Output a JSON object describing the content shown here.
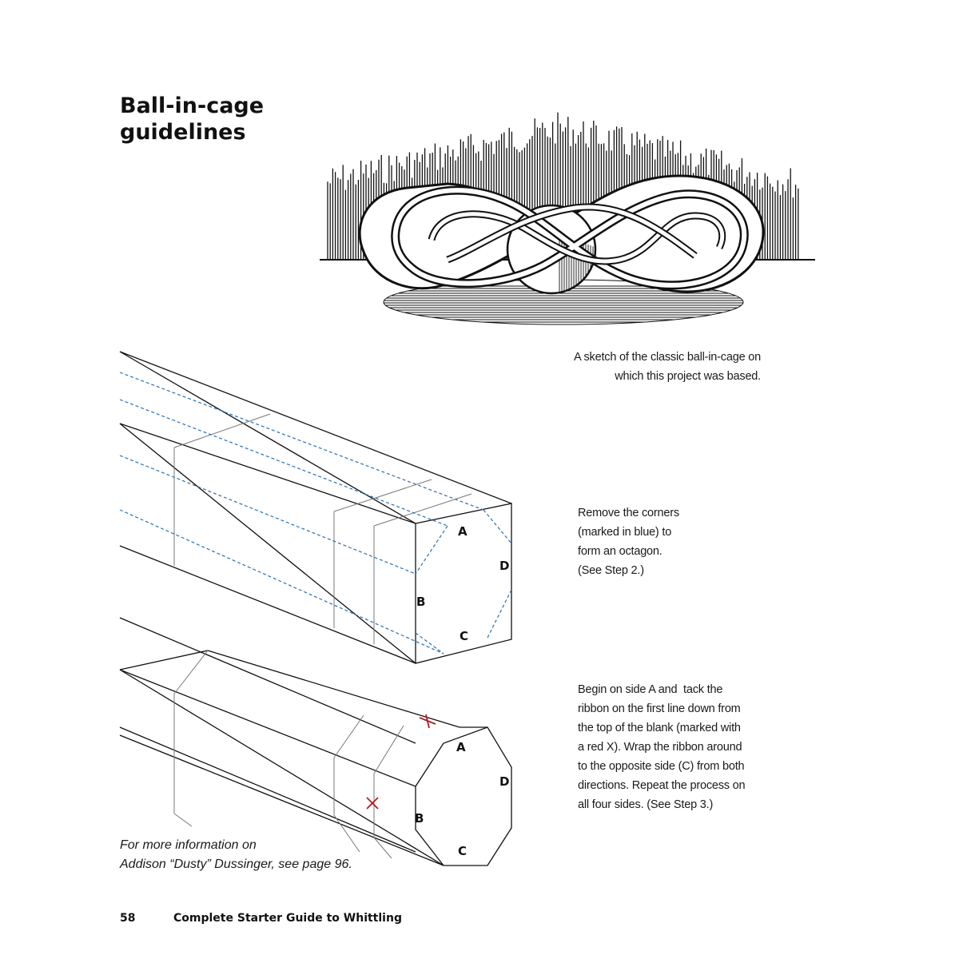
{
  "heading": {
    "line1": "Ball-in-cage",
    "line2": "guidelines"
  },
  "sketch_caption": {
    "line1": "A sketch of the classic ball-in-cage on",
    "line2": "which this project was based."
  },
  "diagram_top": {
    "caption_lines": [
      "Remove the corners",
      "(marked in blue) to",
      "form an octagon.",
      "(See Step 2.)"
    ],
    "labels": {
      "a": "A",
      "b": "B",
      "c": "C",
      "d": "D"
    }
  },
  "diagram_bottom": {
    "caption_lines": [
      "Begin on side A and  tack the",
      "ribbon on the first line down from",
      "the top of the blank (marked with",
      "a red X). Wrap the ribbon around",
      "to the opposite side (C) from both",
      "directions. Repeat the process on",
      "all four sides. (See Step 3.)"
    ],
    "labels": {
      "a": "A",
      "b": "B",
      "c": "C",
      "d": "D"
    }
  },
  "more_info": {
    "line1": "For more information on",
    "line2": "Addison “Dusty” Dussinger, see page 96."
  },
  "footer": {
    "page_number": "58",
    "book_title": "Complete Starter Guide to Whittling"
  },
  "colors": {
    "guide_blue": "#2a6fb0",
    "mark_red": "#b01e24",
    "line": "#111111"
  }
}
